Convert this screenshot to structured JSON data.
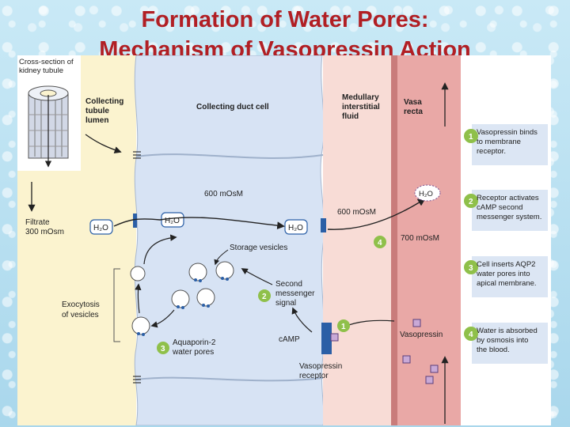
{
  "title": {
    "line1": "Formation of Water Pores:",
    "line2": "Mechanism of Vasopressin Action"
  },
  "labels": {
    "cross_section_1": "Cross-section of",
    "cross_section_2": "kidney tubule",
    "collecting_1": "Collecting",
    "collecting_2": "tubule",
    "collecting_3": "lumen",
    "duct_cell": "Collecting duct cell",
    "medullary_1": "Medullary",
    "medullary_2": "interstitial",
    "medullary_3": "fluid",
    "vasa_1": "Vasa",
    "vasa_2": "recta",
    "cell_osm": "600 mOsM",
    "interstitial_osm": "600 mOsM",
    "blood_osm": "700 mOsM",
    "filtrate_1": "Filtrate",
    "filtrate_2": "300 mOsm",
    "h2o": "H₂O",
    "storage_vesicles": "Storage vesicles",
    "second_1": "Second",
    "second_2": "messenger",
    "second_3": "signal",
    "exocytosis_1": "Exocytosis",
    "exocytosis_2": "of vesicles",
    "aqp_1": "Aquaporin-2",
    "aqp_2": "water pores",
    "camp": "cAMP",
    "vasopressin": "Vasopressin",
    "receptor_1": "Vasopressin",
    "receptor_2": "receptor"
  },
  "steps": [
    {
      "num": "1",
      "lines": [
        "Vasopressin binds",
        "to membrane",
        "receptor."
      ]
    },
    {
      "num": "2",
      "lines": [
        "Receptor activates",
        "cAMP second",
        "messenger system."
      ]
    },
    {
      "num": "3",
      "lines": [
        "Cell inserts AQP2",
        "water pores into",
        "apical membrane."
      ]
    },
    {
      "num": "4",
      "lines": [
        "Water is absorbed",
        "by osmosis into",
        "the blood."
      ]
    }
  ],
  "colors": {
    "title": "#b11f24",
    "lumen": "#fbf3cf",
    "cell": "#d7e3f4",
    "interstitial": "#f8dcd6",
    "vasa": "#e9a8a6",
    "step_circle": "#8fc04a",
    "step_box": "#dce6f4"
  }
}
